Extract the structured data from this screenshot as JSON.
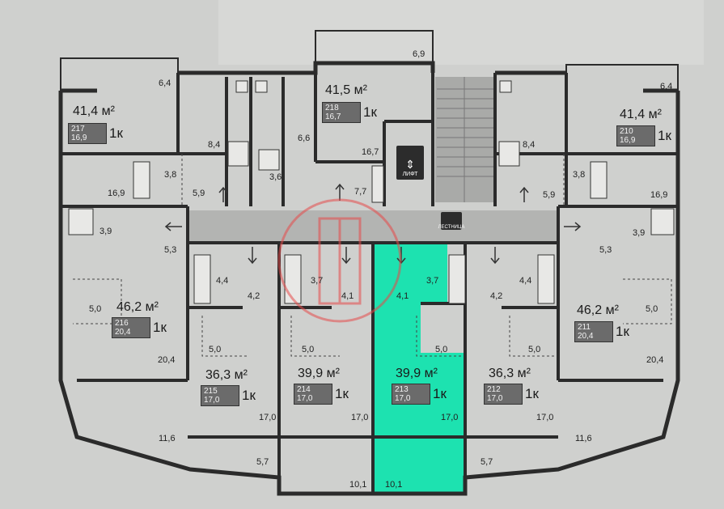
{
  "apartments": [
    {
      "id": "217",
      "area": "41,4 м²",
      "living": "16,9",
      "rooms": "1к"
    },
    {
      "id": "218",
      "area": "41,5 м²",
      "living": "16,7",
      "rooms": "1к"
    },
    {
      "id": "210",
      "area": "41,4 м²",
      "living": "16,9",
      "rooms": "1к"
    },
    {
      "id": "216",
      "area": "46,2 м²",
      "living": "20,4",
      "rooms": "1к"
    },
    {
      "id": "211",
      "area": "46,2 м²",
      "living": "20,4",
      "rooms": "1к"
    },
    {
      "id": "215",
      "area": "36,3 м²",
      "living": "17,0",
      "rooms": "1к"
    },
    {
      "id": "214",
      "area": "39,9 м²",
      "living": "17,0",
      "rooms": "1к"
    },
    {
      "id": "213",
      "area": "39,9 м²",
      "living": "17,0",
      "rooms": "1к"
    },
    {
      "id": "212",
      "area": "36,3 м²",
      "living": "17,0",
      "rooms": "1к"
    }
  ],
  "room_labels": [
    "6,4",
    "6,9",
    "6,4",
    "8,4",
    "6,6",
    "16,7",
    "8,4",
    "3,8",
    "3,6",
    "7,7",
    "3,8",
    "16,9",
    "5,9",
    "5,9",
    "16,9",
    "3,9",
    "3,9",
    "5,3",
    "5,3",
    "4,4",
    "3,7",
    "4,1",
    "4,1",
    "3,7",
    "4,4",
    "4,2",
    "4,2",
    "5,0",
    "5,0",
    "5,0",
    "5,0",
    "5,0",
    "5,0",
    "20,4",
    "20,4",
    "17,0",
    "17,0",
    "17,0",
    "17,0",
    "11,6",
    "11,6",
    "5,7",
    "5,7",
    "10,1",
    "10,1"
  ],
  "lift_label": "ЛИФТ",
  "exit_label": "ЛЕСТНИЦА",
  "highlight_color": "#1de2b0",
  "wall_color": "#2b2b2b"
}
